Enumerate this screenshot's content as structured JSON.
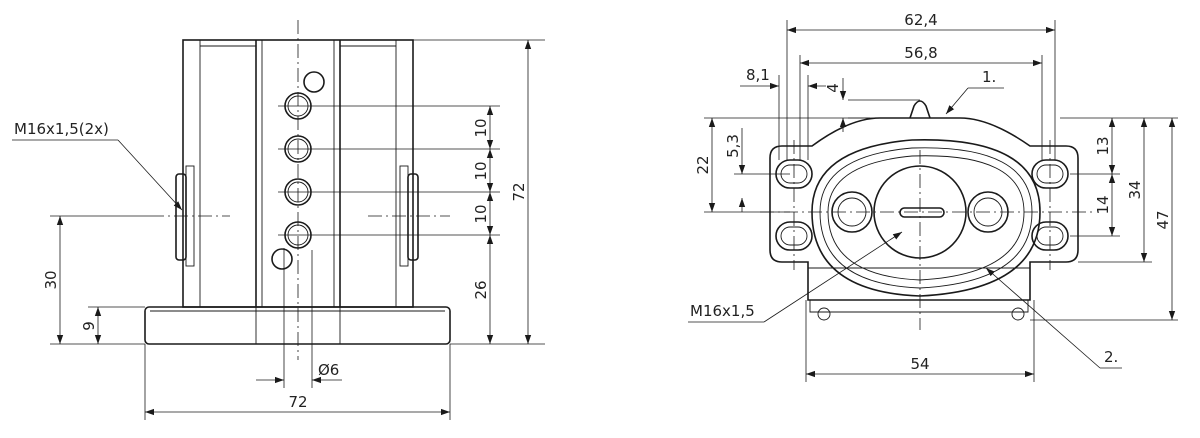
{
  "front_view": {
    "thread_label": "M16x1,5(2x)",
    "dims": {
      "height_total": "72",
      "pitch_1": "10",
      "pitch_2": "10",
      "pitch_3": "10",
      "lower_offset": "26",
      "width_total": "72",
      "hole_diameter": "Ø6",
      "port_height": "30",
      "base_height": "9"
    }
  },
  "side_view": {
    "thread_label": "M16x1,5",
    "callout_1": "1.",
    "callout_2": "2.",
    "dims": {
      "width_total": "62,4",
      "width_holes": "56,8",
      "hole_offset": "8,1",
      "vert_4": "4",
      "height_22": "22",
      "vert_5_3": "5,3",
      "right_13": "13",
      "right_14": "14",
      "right_34": "34",
      "right_47": "47",
      "base_width": "54"
    }
  }
}
